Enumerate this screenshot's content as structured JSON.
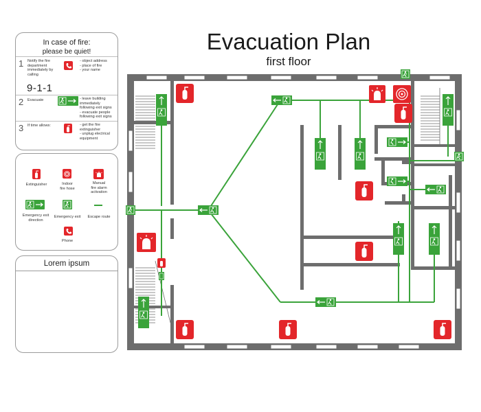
{
  "title": "Evacuation Plan",
  "subtitle": "first floor",
  "fire_panel": {
    "title": "In case of fire:",
    "subtitle": "please be quiet!",
    "steps": [
      {
        "num": "1",
        "text_lines": [
          "Notify the fire",
          "department",
          "immediately by",
          "calling"
        ],
        "side_lines": [
          "- object address",
          "- place of fire",
          "- your name"
        ],
        "icon": "phone-icon"
      },
      {
        "num": "2",
        "text_lines": [
          "Evacuate"
        ],
        "side_lines": [
          "- leave building",
          "immediately",
          "following exit signs",
          "- evacuate people",
          "following exit signs"
        ],
        "icon": "exit-direction-icon"
      },
      {
        "num": "3",
        "text_lines": [
          "If time allows:"
        ],
        "side_lines": [
          "- get the fire",
          "extinguisher",
          "- unplug electrical",
          "equipment"
        ],
        "icon": "extinguisher-icon"
      }
    ],
    "emergency_number": "9-1-1"
  },
  "legend": {
    "items": [
      {
        "label_lines": [
          "Extinguisher"
        ],
        "icon": "extinguisher-icon"
      },
      {
        "label_lines": [
          "Indoor",
          "fire hose"
        ],
        "icon": "fire-hose-icon"
      },
      {
        "label_lines": [
          "Manual",
          "fire alarm",
          "activation"
        ],
        "icon": "fire-alarm-icon"
      },
      {
        "label_lines": [
          "Emergency exit",
          "direction"
        ],
        "icon": "exit-direction-icon"
      },
      {
        "label_lines": [
          "Emergency exit"
        ],
        "icon": "emergency-exit-icon"
      },
      {
        "label_lines": [
          "Escape route"
        ],
        "icon": "escape-route-line"
      },
      {
        "label_lines": [
          "Phone"
        ],
        "icon": "phone-icon"
      }
    ]
  },
  "notes_panel": {
    "title": "Lorem ipsum"
  },
  "colors": {
    "escape_route": "#3aa33a",
    "fire_equipment": "#e3262a",
    "wall": "#6d6d6d",
    "panel_border": "#9a9a9a"
  }
}
